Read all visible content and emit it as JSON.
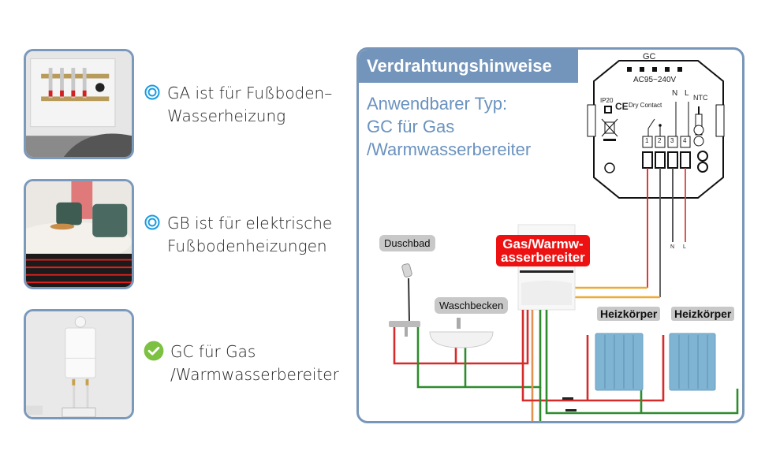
{
  "options": [
    {
      "id": "GA",
      "icon": "ring-icon",
      "lines": [
        "GA ist für Fußboden–",
        "Wasserheizung"
      ],
      "image": "water-floor-heating-manifold"
    },
    {
      "id": "GB",
      "icon": "ring-icon",
      "lines": [
        "GB ist für elektrische",
        "Fußbodenheizungen"
      ],
      "image": "electric-floor-heating-room"
    },
    {
      "id": "GC",
      "icon": "check-circle-icon",
      "lines": [
        "GC für Gas",
        "/Warmwasserbereiter"
      ],
      "image": "wall-mounted-boiler"
    }
  ],
  "colors": {
    "frame": "#7896b9",
    "title_bg": "#7394bb",
    "subtitle": "#6a92bf",
    "ring": "#1a9be0",
    "check": "#7cc142",
    "badge_red": "#ee1111"
  },
  "wiring": {
    "title": "Verdrahtungshinweise",
    "subtitle": [
      "Anwendbarer Typ:",
      "GC für Gas",
      "/Warmwasserbereiter"
    ],
    "thermostat": {
      "model": "GC",
      "voltage": "AC95~240V",
      "rating": "IP20",
      "ce": "CE",
      "dry_contact": "Dry Contact",
      "terminals": [
        "1",
        "2",
        "3",
        "4"
      ],
      "line_labels": [
        "N",
        "L"
      ],
      "sensor": "NTC"
    },
    "wire_ends": [
      "N",
      "L"
    ],
    "labels": {
      "shower": "Duschbad",
      "sink": "Waschbecken",
      "heater": [
        "Gas/Warmw-",
        "asserbereiter"
      ],
      "radiator1": "Heizkörper",
      "radiator2": "Heizkörper"
    }
  }
}
